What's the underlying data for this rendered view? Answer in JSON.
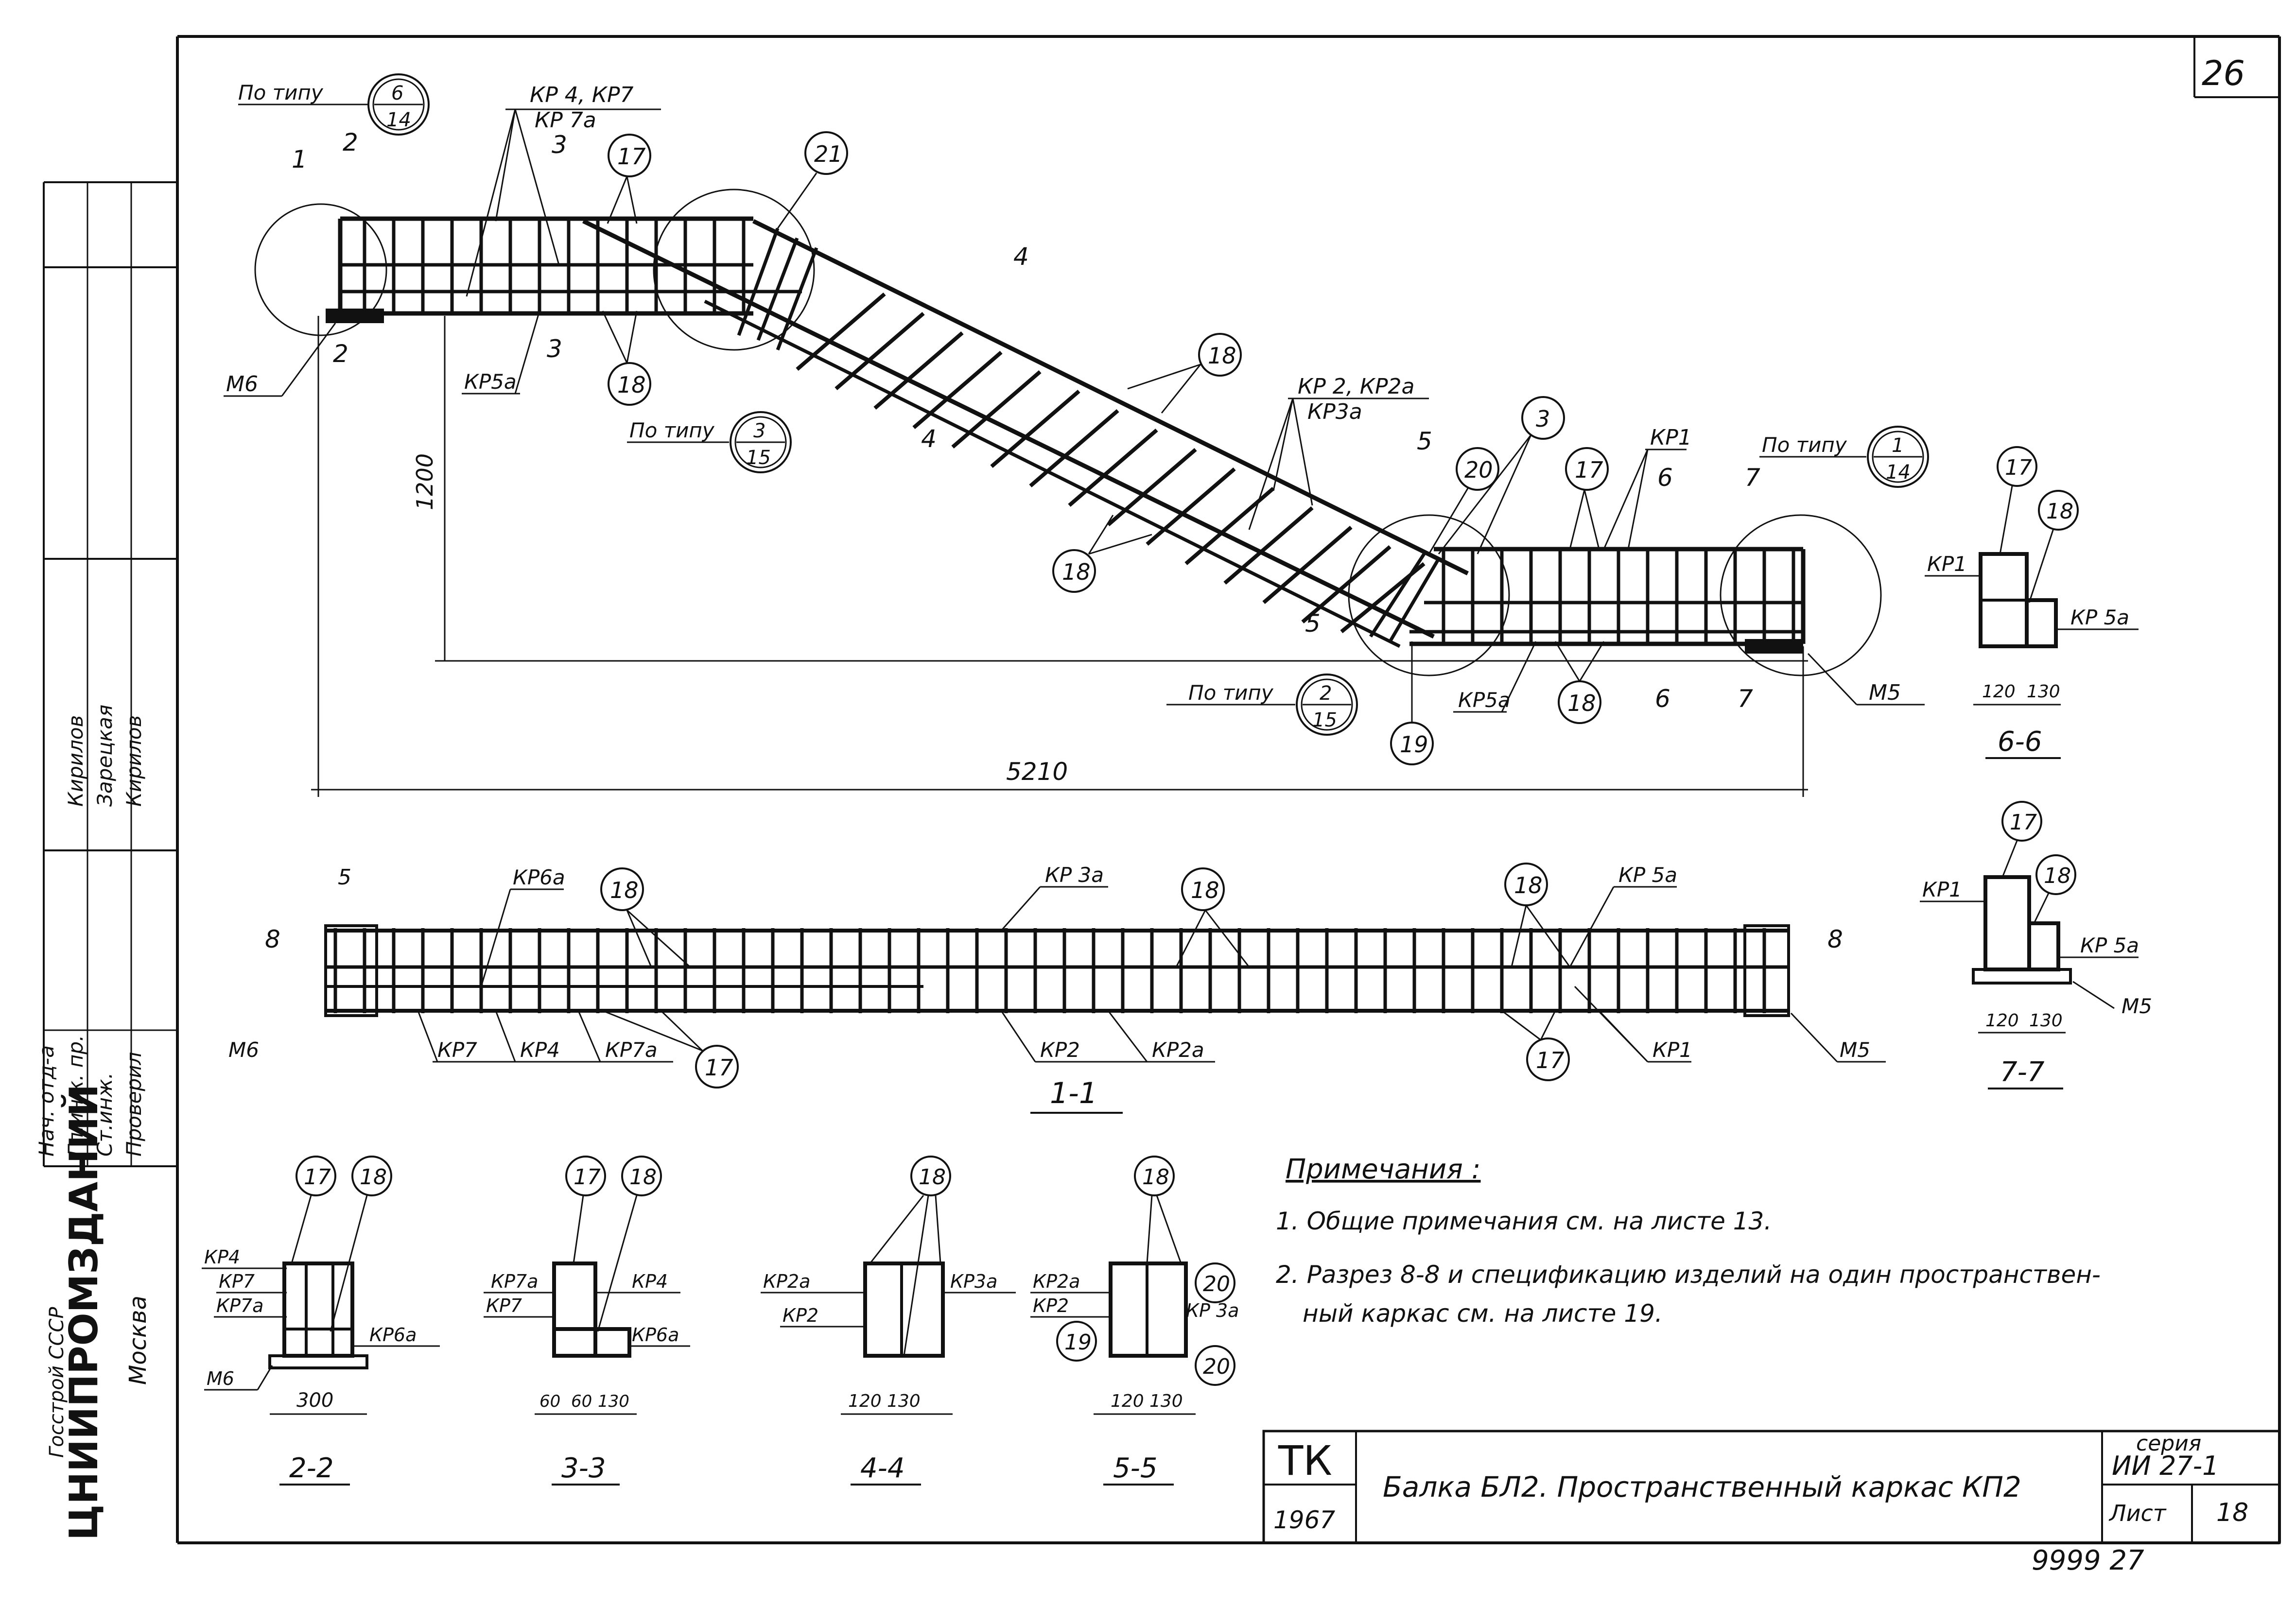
{
  "sheet_number_corner": "26",
  "main_drawing": {
    "refs": {
      "top_left": {
        "label": "По типу",
        "num": "6",
        "sheet": "14"
      },
      "left_mid": {
        "label": "По типу",
        "num": "3",
        "sheet": "15"
      },
      "bottom_mid": {
        "label": "По типу",
        "num": "2",
        "sheet": "15"
      },
      "right": {
        "label": "По типу",
        "num": "1",
        "sheet": "14"
      }
    },
    "labels": {
      "kp4_kp7": "КР 4, КР7",
      "kp7a": "КР 7а",
      "kp5a_left": "КР5а",
      "m6": "М6",
      "kp2_kp2a": "КР 2, КР2а",
      "kp3a": "КР3а",
      "kp1": "КР1",
      "kp5a_right": "КР5а",
      "m5": "М5"
    },
    "dimensions": {
      "height": "1200",
      "length": "5210"
    },
    "section_marks": [
      "1",
      "2",
      "3",
      "4",
      "5",
      "6",
      "7"
    ],
    "callouts": [
      "17",
      "18",
      "21",
      "18",
      "18",
      "3",
      "20",
      "17",
      "18",
      "19",
      "18"
    ]
  },
  "section_66": {
    "title": "6-6",
    "labels": {
      "kp1": "КР1",
      "kp5a": "КР 5а"
    },
    "dims": [
      "120",
      "130"
    ],
    "callouts": [
      "17",
      "18"
    ]
  },
  "section_77": {
    "title": "7-7",
    "labels": {
      "kp1": "КР1",
      "kp5a": "КР 5а",
      "m5": "М5"
    },
    "dims": [
      "120",
      "130"
    ],
    "callouts": [
      "17",
      "18"
    ]
  },
  "section_11": {
    "title": "1-1",
    "labels": {
      "kp6a": "КР6а",
      "kp3a": "КР 3а",
      "kp5a": "КР 5а",
      "m6": "М6",
      "kp7": "КР7",
      "kp4": "КР4",
      "kp7a": "КР7а",
      "kp2": "КР2",
      "kp2a": "КР2а",
      "kp1": "КР1",
      "m5": "М5",
      "dim5": "5",
      "mark8": "8"
    },
    "callouts": [
      "18",
      "18",
      "18",
      "17",
      "17"
    ]
  },
  "section_22": {
    "title": "2-2",
    "labels": [
      "КР4",
      "КР7",
      "КР7а",
      "КР6а",
      "М6"
    ],
    "dims": [
      "300"
    ],
    "callouts": [
      "17",
      "18"
    ]
  },
  "section_33": {
    "title": "3-3",
    "labels": [
      "КР7а",
      "КР7",
      "КР4",
      "КР6а"
    ],
    "dims": [
      "60",
      "60",
      "130"
    ],
    "callouts": [
      "17",
      "18"
    ]
  },
  "section_44": {
    "title": "4-4",
    "labels": [
      "КР2а",
      "КР2",
      "КР3а"
    ],
    "dims": [
      "120",
      "130"
    ],
    "callouts": [
      "18"
    ]
  },
  "section_55": {
    "title": "5-5",
    "labels": [
      "КР2а",
      "КР2",
      "КР 3а"
    ],
    "dims": [
      "120",
      "130"
    ],
    "callouts": [
      "18",
      "20",
      "19",
      "20"
    ]
  },
  "notes": {
    "heading": "Примечания :",
    "line1": "1. Общие примечания см. на листе 13.",
    "line2": "2. Разрез 8-8 и спецификацию изделий на один пространствен-",
    "line3": "ный каркас см. на листе 19."
  },
  "title_block": {
    "code": "ТК",
    "year": "1967",
    "title": "Балка БЛ2. Пространственный каркас КП2",
    "series_label": "серия",
    "series_value": "ИИ 27-1",
    "sheet_label": "Лист",
    "sheet_value": "18",
    "footer_number": "9999 27"
  },
  "side_stamp": {
    "org1": "Госстрой СССР",
    "org2": "ЦНИИПРОМЗДАНИЙ",
    "org3": "Москва",
    "roles": [
      "Нач. отд-а",
      "Гл.инж. пр.",
      "Ст.инж.",
      "Проверил"
    ],
    "signatures": [
      "",
      "",
      "",
      ""
    ],
    "names": [
      "Кирилов",
      "Зарецкая",
      "Кирилов"
    ]
  }
}
